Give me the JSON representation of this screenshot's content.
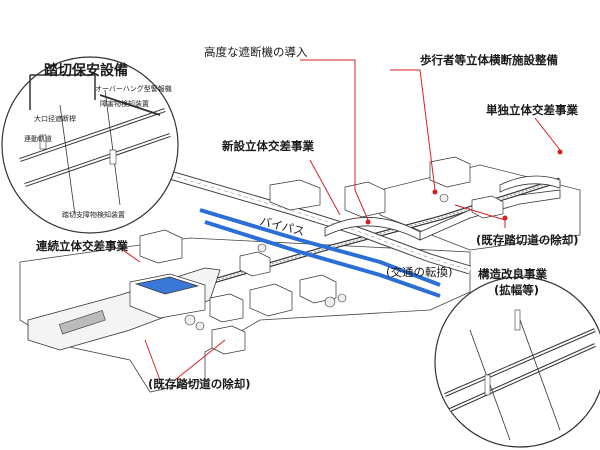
{
  "labels": {
    "crossing_safety": "踏切保安設備",
    "overhang_alarm": "オーバーハング型警報機",
    "obstacle_detector": "障害物検知装置",
    "large_breaker": "大口径遮断桿",
    "linked_track": "連動軌道",
    "obstacle_alert": "踏切支障物検知装置",
    "advanced_barrier": "高度な遮断機の導入",
    "pedestrian_facility": "歩行者等立体横断施設整備",
    "single_grade_sep": "単独立体交差事業",
    "new_grade_sep": "新設立体交差事業",
    "bypass": "バイパス",
    "traffic_shift": "(交通の転換)",
    "existing_removal_right": "(既存踏切道の除却)",
    "continuous_grade_sep": "連続立体交差事業",
    "structural_improve_1": "構造改良事業",
    "structural_improve_2": "(拡幅等)",
    "existing_removal_bottom": "(既存踏切道の除却)"
  },
  "colors": {
    "leader_line": "#d62020",
    "river": "#2b6fd6",
    "roof_blue": "#3a78d8",
    "line": "#333333"
  }
}
